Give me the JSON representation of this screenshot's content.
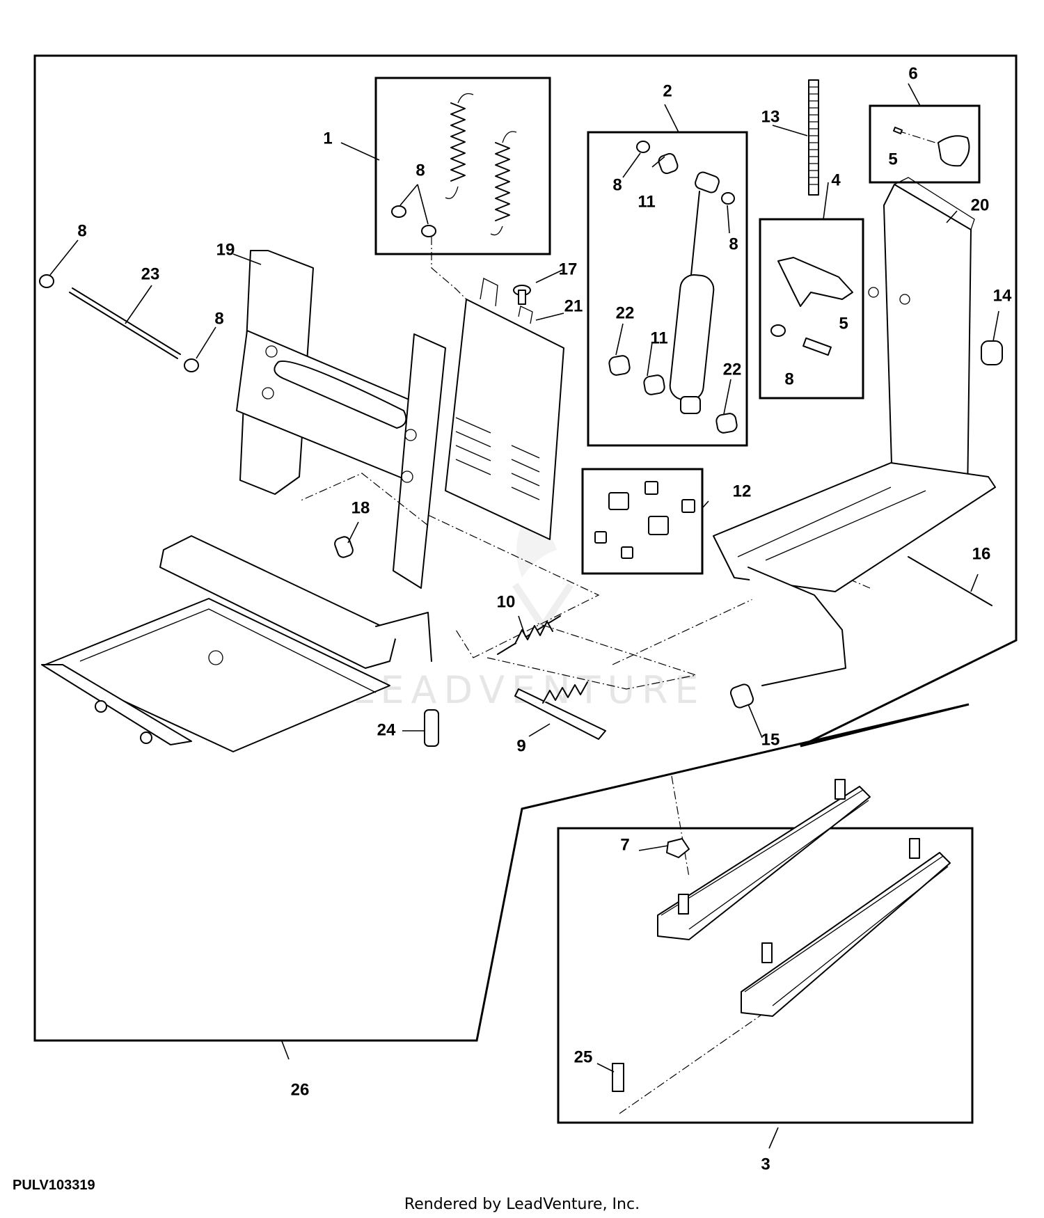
{
  "figure_id": "PULV103319",
  "render_credit": "Rendered by LeadVenture, Inc.",
  "watermark": "LEADVENTURE",
  "callouts": {
    "c1": "1",
    "c2": "2",
    "c3": "3",
    "c4": "4",
    "c5a": "5",
    "c5b": "5",
    "c6": "6",
    "c7": "7",
    "c8a": "8",
    "c8b": "8",
    "c8c": "8",
    "c8d": "8",
    "c8e": "8",
    "c8f": "8",
    "c9": "9",
    "c10": "10",
    "c11a": "11",
    "c11b": "11",
    "c12": "12",
    "c13": "13",
    "c14": "14",
    "c15": "15",
    "c16": "16",
    "c17": "17",
    "c18": "18",
    "c19": "19",
    "c20": "20",
    "c21": "21",
    "c22a": "22",
    "c22b": "22",
    "c23": "23",
    "c24": "24",
    "c25": "25",
    "c26": "26"
  }
}
